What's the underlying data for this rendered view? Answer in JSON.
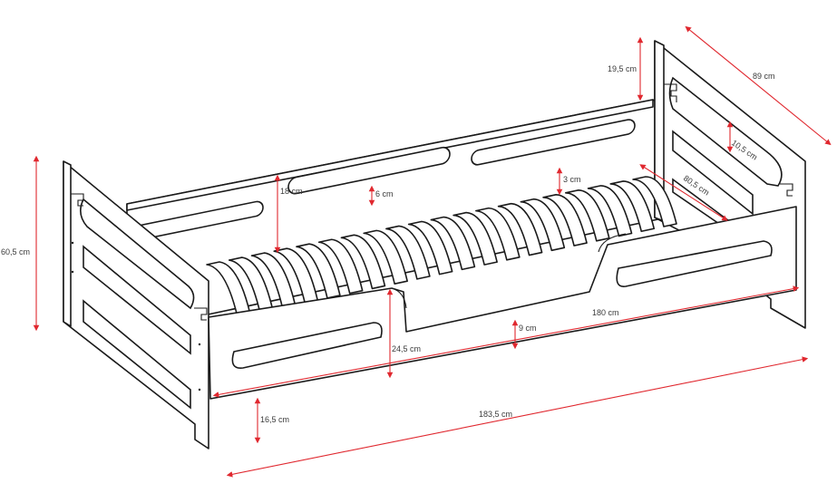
{
  "colors": {
    "dimension": "#e0282f",
    "outline": "#1a1a1a",
    "label": "#3a3a3a"
  },
  "dimensions": {
    "total_height": "60,5 cm",
    "top_cutout": "19,5 cm",
    "width": "89 cm",
    "slot_height_side": "10,5 cm",
    "inner_width": "80,5 cm",
    "rail_height": "18 cm",
    "slot_height_rail": "6 cm",
    "slot_height_end": "3 cm",
    "length_inner": "180 cm",
    "guard_gap": "9 cm",
    "guard_height": "24,5 cm",
    "leg_height": "16,5 cm",
    "length_total": "183,5 cm"
  }
}
